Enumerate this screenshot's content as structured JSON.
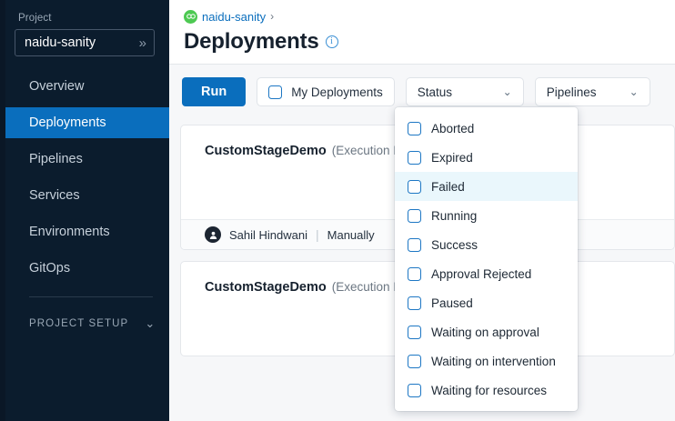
{
  "sidebar": {
    "project_label": "Project",
    "project_value": "naidu-sanity",
    "project_chevron": "»",
    "nav_items": [
      {
        "label": "Overview",
        "active": false
      },
      {
        "label": "Deployments",
        "active": true
      },
      {
        "label": "Pipelines",
        "active": false
      },
      {
        "label": "Services",
        "active": false
      },
      {
        "label": "Environments",
        "active": false
      },
      {
        "label": "GitOps",
        "active": false
      }
    ],
    "project_setup_label": "PROJECT SETUP",
    "project_setup_chevron": "⌄"
  },
  "header": {
    "breadcrumb_org": "naidu-sanity",
    "breadcrumb_separator": "›",
    "title": "Deployments",
    "info_glyph": "i"
  },
  "toolbar": {
    "run_label": "Run",
    "my_deployments_label": "My Deployments",
    "status_label": "Status",
    "pipelines_label": "Pipelines",
    "chevron": "⌄"
  },
  "status_dropdown": {
    "items": [
      {
        "label": "Aborted",
        "checked": false,
        "hovered": false
      },
      {
        "label": "Expired",
        "checked": false,
        "hovered": false
      },
      {
        "label": "Failed",
        "checked": false,
        "hovered": true
      },
      {
        "label": "Running",
        "checked": false,
        "hovered": false
      },
      {
        "label": "Success",
        "checked": false,
        "hovered": false
      },
      {
        "label": "Approval Rejected",
        "checked": false,
        "hovered": false
      },
      {
        "label": "Paused",
        "checked": false,
        "hovered": false
      },
      {
        "label": "Waiting on approval",
        "checked": false,
        "hovered": false
      },
      {
        "label": "Waiting on intervention",
        "checked": false,
        "hovered": false
      },
      {
        "label": "Waiting for resources",
        "checked": false,
        "hovered": false
      }
    ]
  },
  "cards": [
    {
      "title": "CustomStageDemo",
      "subtitle": "(Execution Id",
      "user": "Sahil Hindwani",
      "separator": "|",
      "trigger": "Manually"
    },
    {
      "title": "CustomStageDemo",
      "subtitle": "(Execution Id",
      "user": "",
      "separator": "",
      "trigger": ""
    }
  ],
  "colors": {
    "sidebar_bg": "#0b1c2d",
    "accent_blue": "#0a6ebd",
    "hover_blue": "#eaf7fc",
    "breadcrumb_green": "#4dc952"
  }
}
